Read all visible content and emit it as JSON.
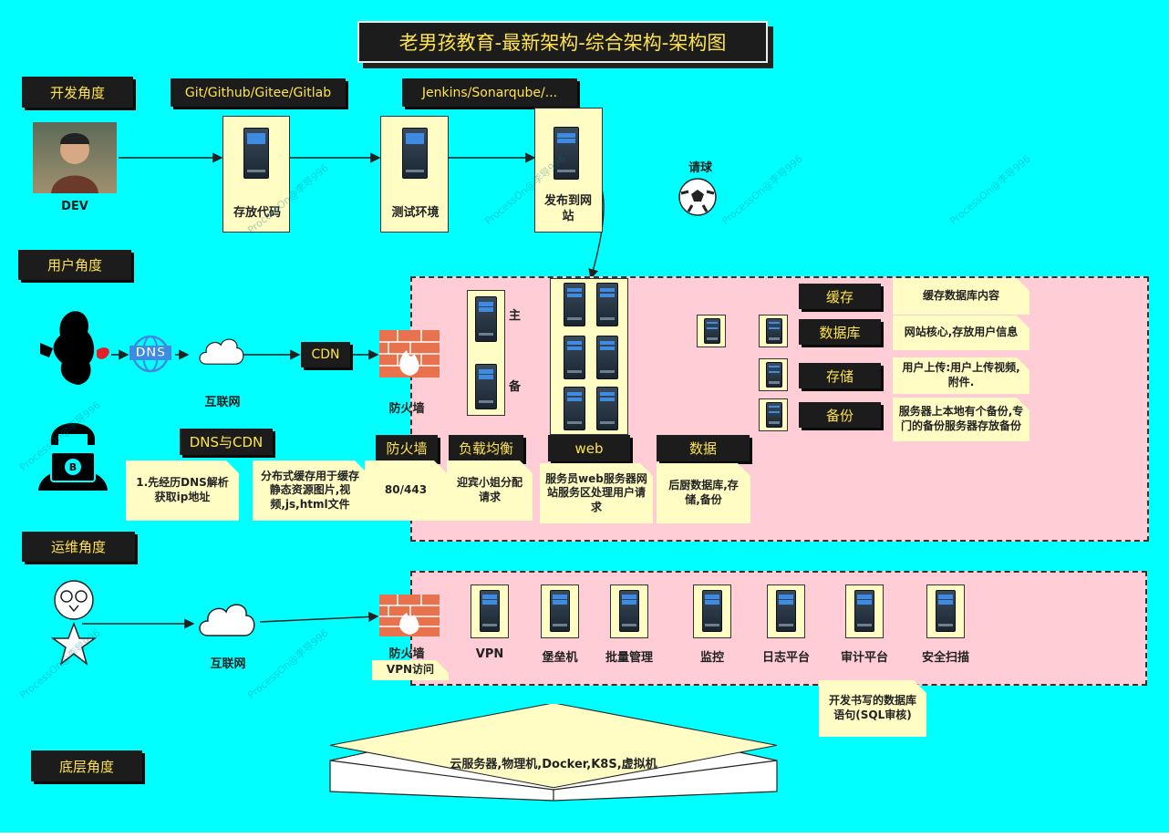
{
  "title": "老男孩教育-最新架构-综合架构-架构图",
  "sections": {
    "dev": "开发角度",
    "user": "用户角度",
    "ops": "运维角度",
    "base": "底层角度"
  },
  "dev": {
    "person_label": "DEV",
    "tool1": "Git/Github/Gitee/Gitlab",
    "tool2": "Jenkins/Sonarqube/...",
    "store": "存放代码",
    "test": "测试环境",
    "publish": "发布到网站",
    "ball": "请球"
  },
  "user": {
    "dns_icon": "DNS",
    "internet": "互联网",
    "cdn": "CDN",
    "firewall": "防火墙",
    "master": "主",
    "backup": "备",
    "cache_tag": "缓存",
    "cache_note": "缓存数据库内容",
    "db_tag": "数据库",
    "db_note": "网站核心,存放用户信息",
    "storage_tag": "存储",
    "storage_note": "用户上传:用户上传视频,附件.",
    "backup_tag": "备份",
    "backup_note": "服务器上本地有个备份,专门的备份服务器存放备份",
    "dnscdn_tag": "DNS与CDN",
    "dns_note": "1.先经历DNS解析获取ip地址",
    "cdn_note": "分布式缓存用于缓存静态资源图片,视频,js,html文件",
    "fw_tag": "防火墙",
    "fw_note": "80/443",
    "lb_tag": "负载均衡",
    "lb_note": "迎宾小姐分配请求",
    "web_tag": "web",
    "web_note": "服务员web服务器网站服务区处理用户请求",
    "data_tag": "数据",
    "data_note": "后厨数据库,存储,备份"
  },
  "ops": {
    "internet": "互联网",
    "firewall": "防火墙",
    "vpn_access": "VPN访问",
    "servers": [
      "VPN",
      "堡垒机",
      "批量管理",
      "监控",
      "日志平台",
      "审计平台",
      "安全扫描"
    ],
    "sql_note": "开发书写的数据库语句(SQL审核)"
  },
  "base": {
    "platform": "云服务器,物理机,Docker,K8S,虚拟机"
  },
  "watermark": "ProcessOn@李导996",
  "colors": {
    "background": "#00ffff",
    "panel": "#ffcdd5",
    "note": "#fffcc4",
    "tag": "#1c1c1c",
    "tag_text": "#ffe34d"
  }
}
